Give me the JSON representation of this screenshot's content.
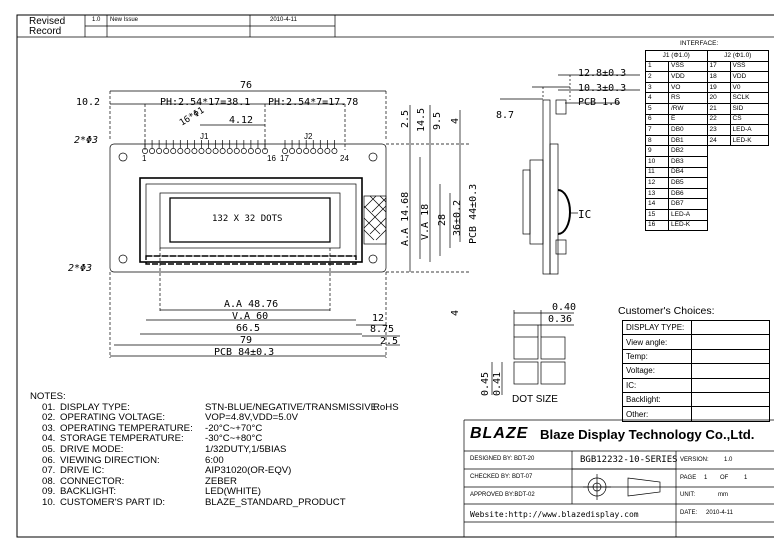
{
  "revision": {
    "label": "Revised Record",
    "number": "1.0",
    "note": "New Issue",
    "date": "2010-4-11"
  },
  "dimensions": {
    "width_76": "76",
    "left_10_2": "10.2",
    "pitch_j1": "PH:2.54*17=38.1",
    "pitch_j2": "PH:2.54*7=17.78",
    "dim_4_12": "4.12",
    "hole_16": "16*Φ1",
    "label_j1": "J1",
    "label_j2": "J2",
    "pin_1": "1",
    "pin_16": "16",
    "pin_17": "17",
    "pin_24": "24",
    "hole_top": "2*Φ3",
    "hole_bottom": "2*Φ3",
    "dot_label": "132 X 32 DOTS",
    "aa_width": "A.A 48.76",
    "va_width": "V.A 60",
    "dim_66_5": "66.5",
    "dim_79": "79",
    "pcb_width": "PCB 84±0.3",
    "dim_12": "12",
    "dim_8_75": "8.75",
    "dim_2_5_bottom": "2.5",
    "dim_2_5_top": "2.5",
    "dim_14_5": "14.5",
    "dim_9_5": "9.5",
    "dim_4_top": "4",
    "aa_height": "A.A 14.68",
    "va_height": "V.A 18",
    "dim_28": "28",
    "dim_36": "36±0.2",
    "pcb_height": "PCB 44±0.3",
    "dim_4_bottom": "4",
    "side_12_8": "12.8±0.3",
    "side_10_3": "10.3±0.3",
    "side_pcb": "PCB 1.6",
    "side_8_7": "8.7",
    "side_ic": "IC",
    "dot_0_40": "0.40",
    "dot_0_36": "0.36",
    "dot_0_45": "0.45",
    "dot_0_41": "0.41",
    "dot_size": "DOT SIZE"
  },
  "interface": {
    "title": "INTERFACE:",
    "j1_header": "J1 (Φ1.0)",
    "j2_header": "J2 (Φ1.0)",
    "rows": [
      [
        "1",
        "VSS",
        "17",
        "VSS"
      ],
      [
        "2",
        "VDD",
        "18",
        "VDD"
      ],
      [
        "3",
        "VO",
        "19",
        "V0"
      ],
      [
        "4",
        "RS",
        "20",
        "SCLK"
      ],
      [
        "5",
        "/RW",
        "21",
        "SID"
      ],
      [
        "6",
        "E",
        "22",
        "CS"
      ],
      [
        "7",
        "DB0",
        "23",
        "LED-A"
      ],
      [
        "8",
        "DB1",
        "24",
        "LED-K"
      ],
      [
        "9",
        "DB2",
        "",
        ""
      ],
      [
        "10",
        "DB3",
        "",
        ""
      ],
      [
        "11",
        "DB4",
        "",
        ""
      ],
      [
        "12",
        "DB5",
        "",
        ""
      ],
      [
        "13",
        "DB6",
        "",
        ""
      ],
      [
        "14",
        "DB7",
        "",
        ""
      ],
      [
        "15",
        "LED-A",
        "",
        ""
      ],
      [
        "16",
        "LED-K",
        "",
        ""
      ]
    ]
  },
  "choices": {
    "title": "Customer's Choices:",
    "rows": [
      "DISPLAY TYPE:",
      "View angle:",
      "Temp:",
      "Voltage:",
      "IC:",
      "Backlight:",
      "Other:"
    ]
  },
  "notes": {
    "title": "NOTES:",
    "items": [
      {
        "num": "01.",
        "label": "DISPLAY TYPE:",
        "value": "STN-BLUE/NEGATIVE/TRANSMISSIVE",
        "extra": "RoHS"
      },
      {
        "num": "02.",
        "label": "OPERATING VOLTAGE:",
        "value": "VOP=4.8V,VDD=5.0V",
        "extra": ""
      },
      {
        "num": "03.",
        "label": "OPERATING TEMPERATURE:",
        "value": "-20°C~+70°C",
        "extra": ""
      },
      {
        "num": "04.",
        "label": "STORAGE TEMPERATURE:",
        "value": "-30°C~+80°C",
        "extra": ""
      },
      {
        "num": "05.",
        "label": "DRIVE MODE:",
        "value": "1/32DUTY,1/5BIAS",
        "extra": ""
      },
      {
        "num": "06.",
        "label": "VIEWING DIRECTION:",
        "value": "6:00",
        "extra": ""
      },
      {
        "num": "07.",
        "label": "DRIVE IC:",
        "value": "AIP31020(OR-EQV)",
        "extra": ""
      },
      {
        "num": "08.",
        "label": "CONNECTOR:",
        "value": "ZEBER",
        "extra": ""
      },
      {
        "num": "09.",
        "label": "BACKLIGHT:",
        "value": "LED(WHITE)",
        "extra": ""
      },
      {
        "num": "10.",
        "label": "CUSTOMER'S PART ID:",
        "value": "BLAZE_STANDARD_PRODUCT",
        "extra": ""
      }
    ]
  },
  "title_block": {
    "logo": "BLAZE",
    "company": "Blaze Display Technology Co.,Ltd.",
    "designed_by": "DESIGNED BY: BDT-20",
    "checked_by": "CHECKED BY: BDT-07",
    "approved_by": "APPROVED BY:BDT-02",
    "model": "BGB12232-10-SERIES",
    "version_label": "VERSION:",
    "version": "1.0",
    "page_label": "PAGE",
    "page_num": "1",
    "page_of": "OF",
    "page_total": "1",
    "unit_label": "UNIT:",
    "unit": "mm",
    "date_label": "DATE:",
    "date": "2010-4-11",
    "website": "Website:http://www.blazedisplay.com"
  }
}
